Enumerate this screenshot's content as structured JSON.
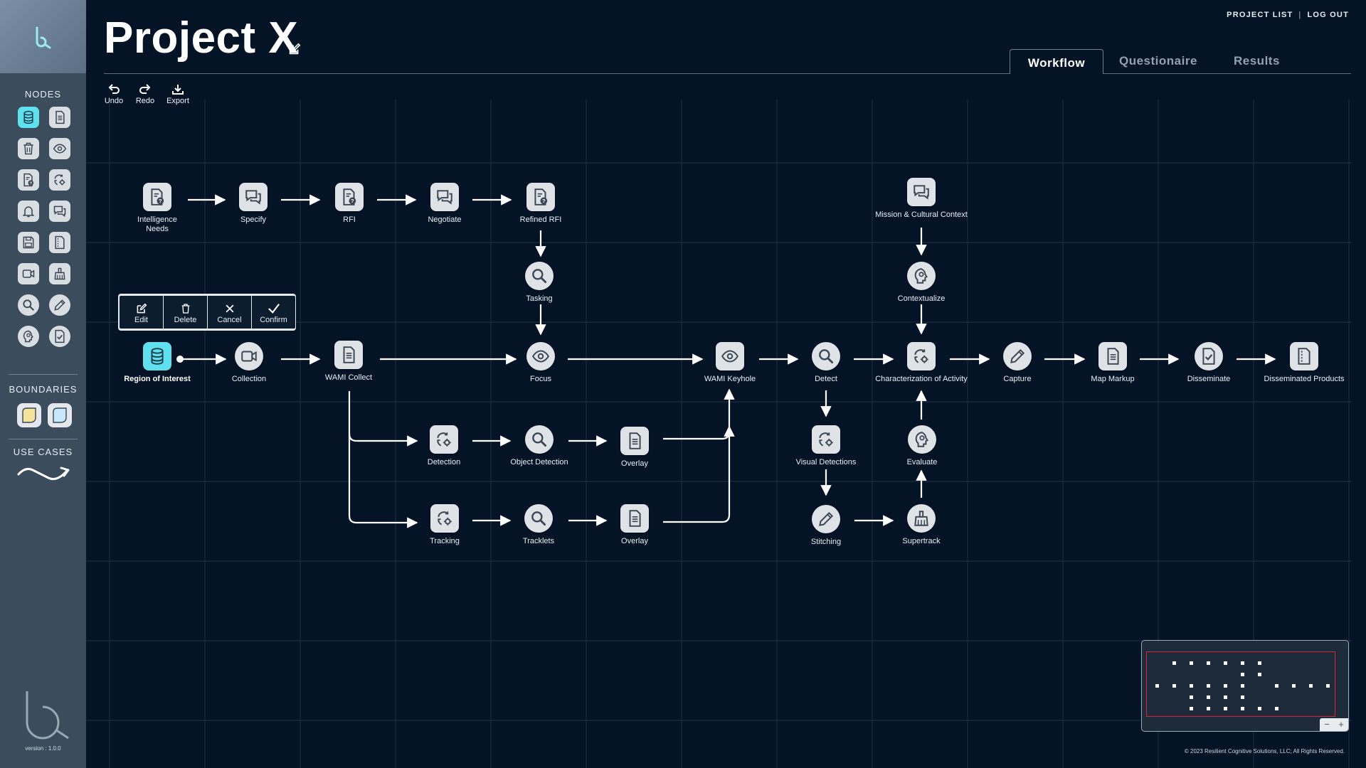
{
  "header": {
    "title": "Project X",
    "links": [
      "PROJECT LIST",
      "LOG OUT"
    ],
    "tabs": [
      "Workflow",
      "Questionaire",
      "Results"
    ]
  },
  "toolbar": {
    "undo": "Undo",
    "redo": "Redo",
    "export": "Export"
  },
  "sidebar": {
    "nodes_heading": "NODES",
    "boundaries_heading": "BOUNDARIES",
    "use_cases_heading": "USE CASES",
    "version": "version : 1.0.0",
    "node_icons": [
      "database-icon",
      "document-icon",
      "trash-icon",
      "eye-icon",
      "question-doc-icon",
      "process-icon",
      "bell-icon",
      "chat-icon",
      "save-icon",
      "page-icon",
      "camera-icon",
      "sweep-icon",
      "search-icon",
      "pencil-icon",
      "brain-icon",
      "checked-doc-icon"
    ],
    "boundary_icons": [
      "boundary-yellow-icon",
      "boundary-blue-icon"
    ],
    "use_case_icon": "use-case-arrow-icon"
  },
  "context_menu": {
    "edit": "Edit",
    "delete": "Delete",
    "cancel": "Cancel",
    "confirm": "Confirm"
  },
  "workflow": {
    "intelligence_needs": "Intelligence Needs",
    "specify": "Specify",
    "rfi": "RFI",
    "negotiate": "Negotiate",
    "refined_rfi": "Refined RFI",
    "tasking": "Tasking",
    "region_of_interest": "Region of Interest",
    "collection": "Collection",
    "wami_collect": "WAMI Collect",
    "focus": "Focus",
    "wami_keyhole": "WAMI Keyhole",
    "detect": "Detect",
    "characterization": "Characterization of Activity",
    "capture": "Capture",
    "map_markup": "Map Markup",
    "disseminate": "Disseminate",
    "disseminated_products": "Disseminated Products",
    "mission_context": "Mission & Cultural Context",
    "contextualize": "Contextualize",
    "detection": "Detection",
    "object_detection": "Object Detection",
    "overlay_1": "Overlay",
    "tracking": "Tracking",
    "tracklets": "Tracklets",
    "overlay_2": "Overlay",
    "visual_detections": "Visual Detections",
    "stitching": "Stitching",
    "evaluate": "Evaluate",
    "supertrack": "Supertrack"
  },
  "colors": {
    "background": "#041426",
    "sidebar": "#3b4c5d",
    "accent": "#5ee0ee",
    "minimap_view": "#d8243a"
  },
  "footer": {
    "copyright": "© 2023 Resilient Cognitive Solutions, LLC; All Rights Reserved."
  }
}
